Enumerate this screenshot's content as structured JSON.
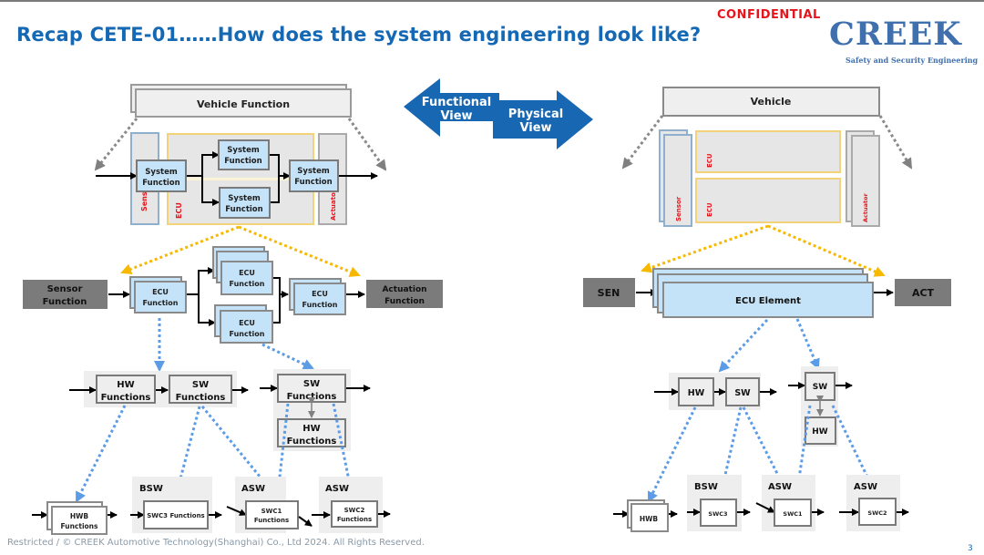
{
  "header": {
    "title": "Recap CETE-01……How does the system engineering look like?",
    "confidential": "CONFIDENTIAL",
    "logo": "CREEK",
    "logo_tagline": "Safety and Security Engineering"
  },
  "views": {
    "functional": [
      "Functional",
      "View"
    ],
    "physical": [
      "Physical",
      "View"
    ]
  },
  "functional": {
    "vehicle": "Vehicle Function",
    "system_function": [
      "System",
      "Function"
    ],
    "labels": {
      "sensor": "Sensor",
      "ecu": "ECU",
      "actuator": "Actuator"
    },
    "sensor_function": [
      "Sensor",
      "Function"
    ],
    "actuation_function": [
      "Actuation",
      "Function"
    ],
    "ecu_function": [
      "ECU",
      "Function"
    ],
    "hw_functions": [
      "HW",
      "Functions"
    ],
    "sw_functions": [
      "SW",
      "Functions"
    ],
    "bsw": "BSW",
    "asw": "ASW",
    "hwb_functions": [
      "HWB",
      "Functions"
    ],
    "swc3": "SWC3 Functions",
    "swc1": [
      "SWC1",
      "Functions"
    ],
    "swc2": [
      "SWC2",
      "Functions"
    ]
  },
  "physical": {
    "vehicle": "Vehicle",
    "labels": {
      "sensor": "Sensor",
      "ecu": "ECU",
      "actuator": "Actuator"
    },
    "sen": "SEN",
    "act": "ACT",
    "ecu_element": "ECU Element",
    "hw": "HW",
    "sw": "SW",
    "bsw": "BSW",
    "asw": "ASW",
    "hwb": "HWB",
    "swc3": "SWC3",
    "swc1": "SWC1",
    "swc2": "SWC2"
  },
  "footer": {
    "copyright": "Restricted / © CREEK Automotive Technology(Shanghai) Co., Ltd 2024. All Rights Reserved.",
    "page": "3"
  }
}
